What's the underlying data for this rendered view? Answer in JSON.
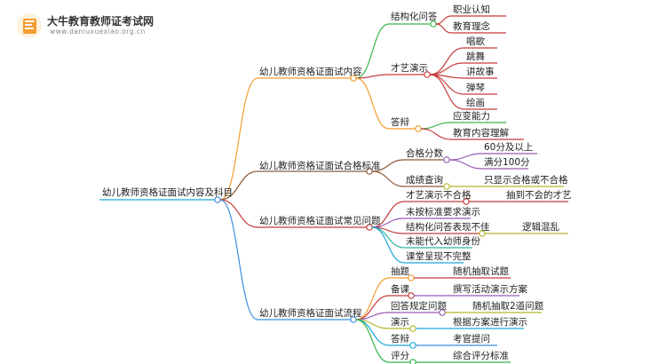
{
  "logo": {
    "title": "大牛教育教师证考试网",
    "url": "www.daniuxuexiao.org.cn"
  },
  "colors": {
    "orange": "#f39c2f",
    "green": "#3ab54a",
    "crimson": "#c43c3c",
    "purple": "#9b59b6",
    "olive": "#b5b82a",
    "brown": "#8a5a3a",
    "cyan": "#1aa9d6",
    "blue": "#3c8dde",
    "red": "#e74c3c",
    "teal": "#2bb3a0"
  },
  "root": "幼儿教师资格证面试内容及科目",
  "branches": [
    {
      "label": "幼儿教师资格证面试内容",
      "children": [
        {
          "label": "结构化问答",
          "children": [
            "职业认知",
            "教育理念"
          ]
        },
        {
          "label": "才艺演示",
          "children": [
            "唱歌",
            "跳舞",
            "讲故事",
            "弹琴",
            "绘画"
          ]
        },
        {
          "label": "答辩",
          "children": [
            "应变能力",
            "教育内容理解"
          ]
        }
      ]
    },
    {
      "label": "幼儿教师资格证面试合格标准",
      "children": [
        {
          "label": "合格分数",
          "children": [
            "60分及以上",
            "满分100分"
          ]
        },
        {
          "label": "成绩查询",
          "children": [
            "只显示合格或不合格"
          ]
        }
      ]
    },
    {
      "label": "幼儿教师资格证面试常见问题",
      "children": [
        {
          "label": "才艺演示不合格",
          "children": [
            "抽到不会的才艺"
          ]
        },
        {
          "label": "未按标准要求演示",
          "children": []
        },
        {
          "label": "结构化问答表现不佳",
          "children": [
            "逻辑混乱"
          ]
        },
        {
          "label": "未能代入幼师身份",
          "children": []
        },
        {
          "label": "课堂呈现不完整",
          "children": []
        }
      ]
    },
    {
      "label": "幼儿教师资格证面试流程",
      "children": [
        {
          "label": "抽题",
          "children": [
            "随机抽取试题"
          ]
        },
        {
          "label": "备课",
          "children": [
            "撰写活动演示方案"
          ]
        },
        {
          "label": "回答规定问题",
          "children": [
            "随机抽取2道问题"
          ]
        },
        {
          "label": "演示",
          "children": [
            "根据方案进行演示"
          ]
        },
        {
          "label": "答辩",
          "children": [
            "考官提问"
          ]
        },
        {
          "label": "评分",
          "children": [
            "综合评分标准"
          ]
        }
      ]
    }
  ]
}
